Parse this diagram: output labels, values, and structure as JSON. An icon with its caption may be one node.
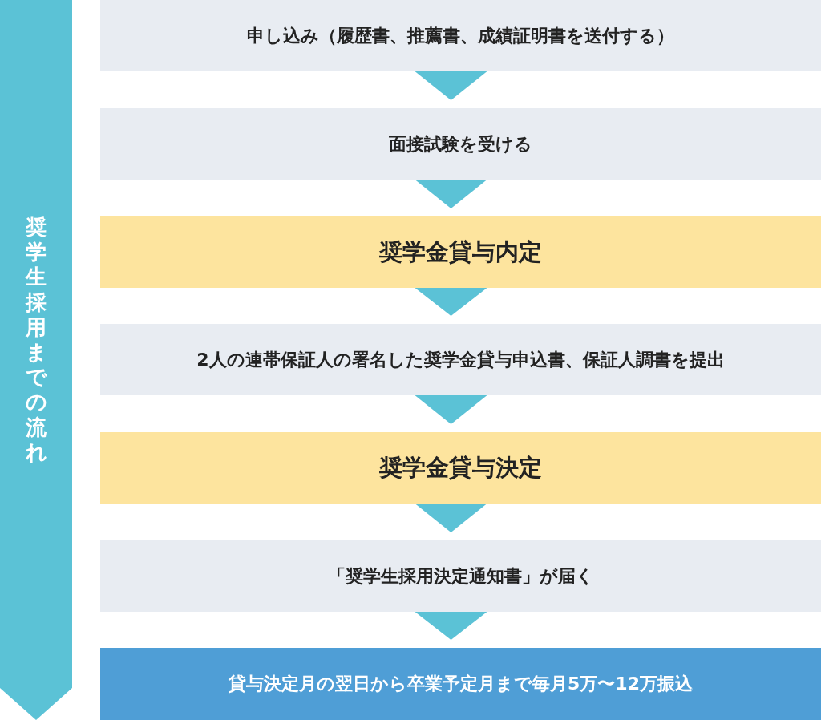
{
  "diagram": {
    "nodes": [
      {
        "text": [
          "奨学生採用までの流れ"
        ]
      },
      {
        "text": [
          "申し込み（履歴書、推薦書、成績証明書を送付する）"
        ]
      },
      {
        "text": [
          "面接試験を受ける"
        ]
      },
      {
        "text": [
          "奨学金貸与内定"
        ]
      },
      {
        "text": [
          "2人の連帯保証人の署名した奨学金貸与申込書、保証人調書を提出"
        ]
      },
      {
        "text": [
          "奨学金貸与決定"
        ]
      },
      {
        "text": [
          "「奨学生採用決定通知書」が届く"
        ]
      },
      {
        "text": [
          "貸与決定月の翌日から卒業予定月まで毎月5万〜12万振込"
        ]
      }
    ],
    "edges": [
      {
        "from": 1,
        "to": 2,
        "arrow": "to"
      },
      {
        "from": 2,
        "to": 3,
        "arrow": "to"
      },
      {
        "from": 3,
        "to": 4,
        "arrow": "to"
      },
      {
        "from": 4,
        "to": 5,
        "arrow": "to"
      },
      {
        "from": 5,
        "to": 6,
        "arrow": "to"
      },
      {
        "from": 6,
        "to": 7,
        "arrow": "to"
      }
    ]
  }
}
